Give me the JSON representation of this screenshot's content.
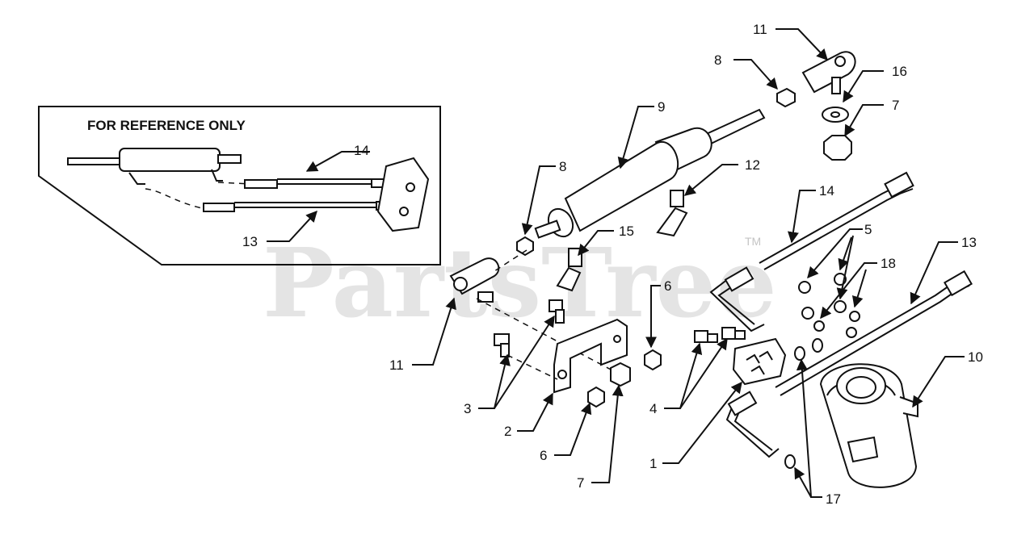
{
  "inset": {
    "title": "FOR REFERENCE ONLY",
    "labels": [
      "14",
      "13"
    ]
  },
  "watermark": {
    "text": "PartsTree",
    "trademark": "TM"
  },
  "callouts": [
    "11",
    "8",
    "16",
    "7",
    "9",
    "8",
    "12",
    "14",
    "5",
    "18",
    "13",
    "15",
    "6",
    "11",
    "3",
    "2",
    "6",
    "7",
    "4",
    "1",
    "10",
    "17"
  ]
}
